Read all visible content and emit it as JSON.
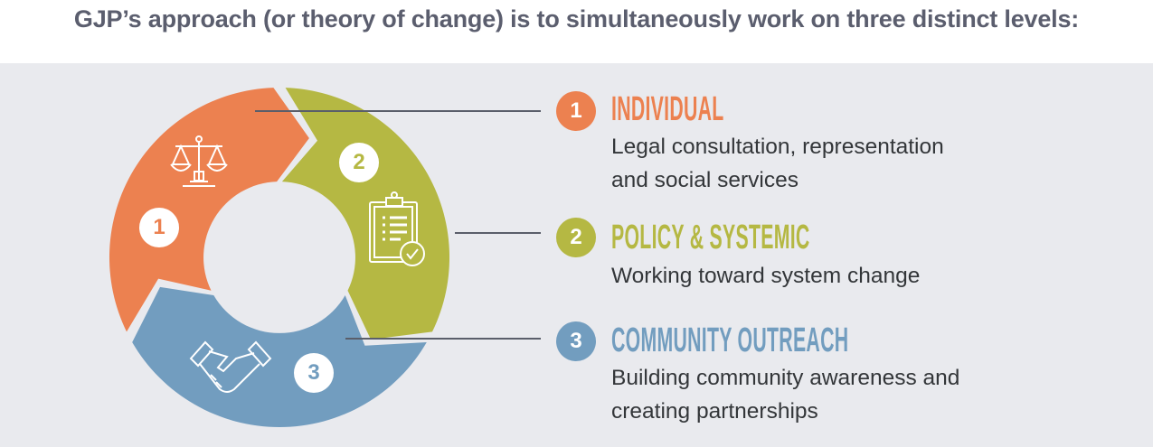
{
  "title": "GJP’s approach (or theory of change) is to simultaneously work on three distinct levels:",
  "colors": {
    "individual": "#ec8150",
    "policy": "#b5b843",
    "community": "#729dbf",
    "line": "#5a5e6a"
  },
  "levels": [
    {
      "number": "1",
      "heading": "INDIVIDUAL",
      "description_lines": [
        "Legal consultation, representation",
        "and social services"
      ],
      "icon": "scales-of-justice-icon"
    },
    {
      "number": "2",
      "heading": "POLICY & SYSTEMIC",
      "description_lines": [
        "Working toward system change"
      ],
      "icon": "clipboard-checklist-icon"
    },
    {
      "number": "3",
      "heading": "COMMUNITY OUTREACH",
      "description_lines": [
        "Building community awareness and",
        "creating partnerships"
      ],
      "icon": "handshake-icon"
    }
  ]
}
